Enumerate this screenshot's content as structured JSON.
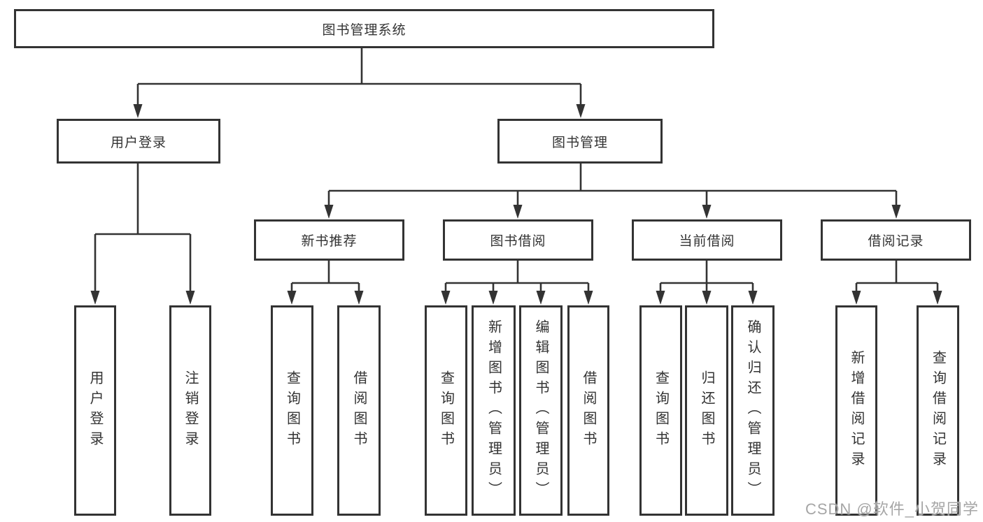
{
  "diagram": {
    "root": {
      "label": "图书管理系统"
    },
    "login_branch": {
      "label": "用户登录",
      "children": [
        {
          "label": "用户登录"
        },
        {
          "label": "注销登录"
        }
      ]
    },
    "mgmt_branch": {
      "label": "图书管理",
      "groups": [
        {
          "label": "新书推荐",
          "children": [
            {
              "label": "查询图书"
            },
            {
              "label": "借阅图书"
            }
          ]
        },
        {
          "label": "图书借阅",
          "children": [
            {
              "label": "查询图书"
            },
            {
              "label": "新增图书（管理员）"
            },
            {
              "label": "编辑图书（管理员）"
            },
            {
              "label": "借阅图书"
            }
          ]
        },
        {
          "label": "当前借阅",
          "children": [
            {
              "label": "查询图书"
            },
            {
              "label": "归还图书"
            },
            {
              "label": "确认归还（管理员）"
            }
          ]
        },
        {
          "label": "借阅记录",
          "children": [
            {
              "label": "新增借阅记录"
            },
            {
              "label": "查询借阅记录"
            }
          ]
        }
      ]
    }
  },
  "watermark": {
    "text": "CSDN @软件_小贺同学",
    "color": "#a6a6a6"
  },
  "colors": {
    "line": "#333333",
    "text": "#333333",
    "box_bg": "#ffffff",
    "page_bg": "#ffffff"
  }
}
